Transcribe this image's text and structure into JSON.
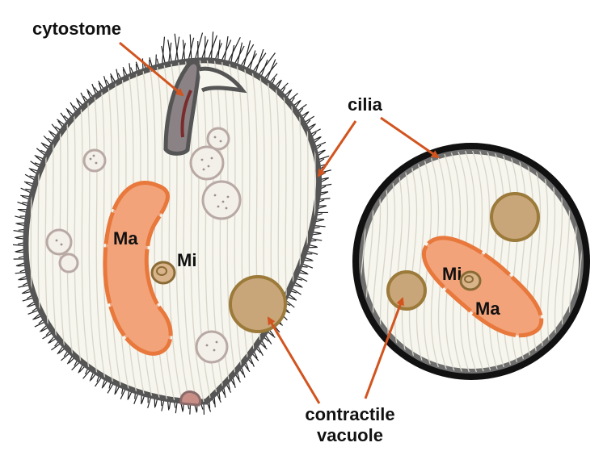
{
  "labels": {
    "cytostome": "cytostome",
    "cilia": "cilia",
    "macronucleus_left": "Ma",
    "micronucleus_left": "Mi",
    "macronucleus_right": "Ma",
    "micronucleus_right": "Mi",
    "contractile_line1": "contractile",
    "contractile_line2": "vacuole"
  },
  "colors": {
    "background": "#ffffff",
    "pellicle": "#555555",
    "ring_outer": "#111111",
    "cytoplasm": "#f6f5ee",
    "striation": "#d9d5c8",
    "cilia": "#222222",
    "macronucleus_fill": "#f2a37a",
    "macronucleus_stroke": "#e8783b",
    "micronucleus_fill": "#d9b48a",
    "micronucleus_stroke": "#8a6a35",
    "vacuole_fill": "#c9a679",
    "vacuole_stroke": "#9b7a3a",
    "food_vacuole_stroke": "#b9a9a4",
    "arrow": "#d2541f"
  }
}
